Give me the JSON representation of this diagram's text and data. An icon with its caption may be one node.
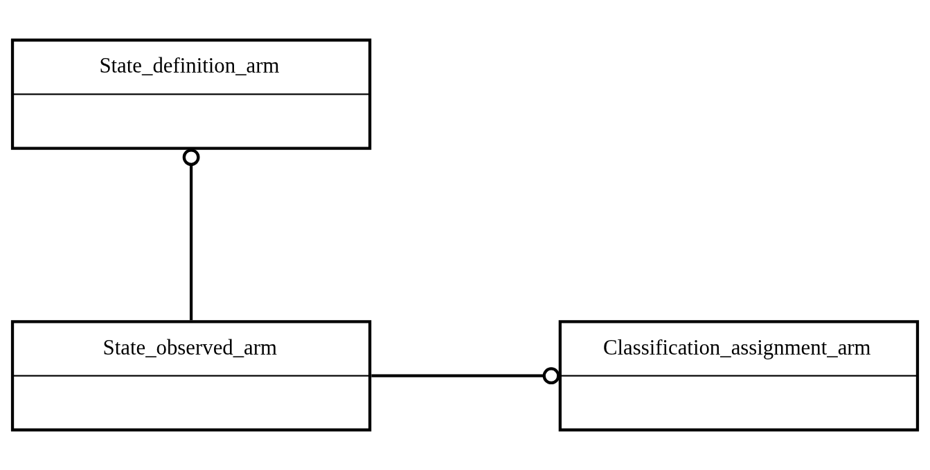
{
  "diagram": {
    "nodes": [
      {
        "text": [
          "State_definition_arm"
        ]
      },
      {
        "text": [
          "Classification_assignment_arm"
        ]
      },
      {
        "text": [
          "State_observed_arm"
        ]
      }
    ],
    "edges": [
      {
        "from": 2,
        "to": 0,
        "arrow": "other"
      },
      {
        "from": 2,
        "to": 1,
        "arrow": "other"
      }
    ]
  }
}
